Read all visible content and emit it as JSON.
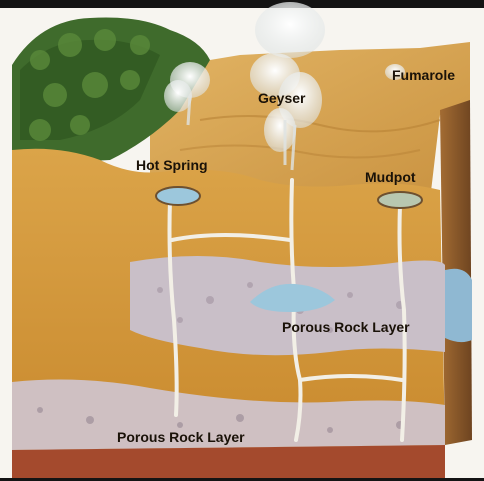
{
  "labels": {
    "geyser": "Geyser",
    "fumarole": "Fumarole",
    "hot_spring": "Hot Spring",
    "mudpot": "Mudpot",
    "porous_rock_upper": "Porous Rock Layer",
    "porous_rock_lower": "Porous Rock Layer"
  },
  "colors": {
    "top_band": "#141414",
    "sky": "#f7f5f0",
    "surface_sand": "#d8a650",
    "soil": "#d99b35",
    "soil_shadow": "#b8782a",
    "porous_rock": "#c9bfc8",
    "lower_rock": "#cfc0c2",
    "bedrock": "#a44a2d",
    "water": "#9cc7dc",
    "steam": "#e8ecec",
    "forest": "#3f6b2c",
    "cliff_face": "#8a5a2a"
  }
}
